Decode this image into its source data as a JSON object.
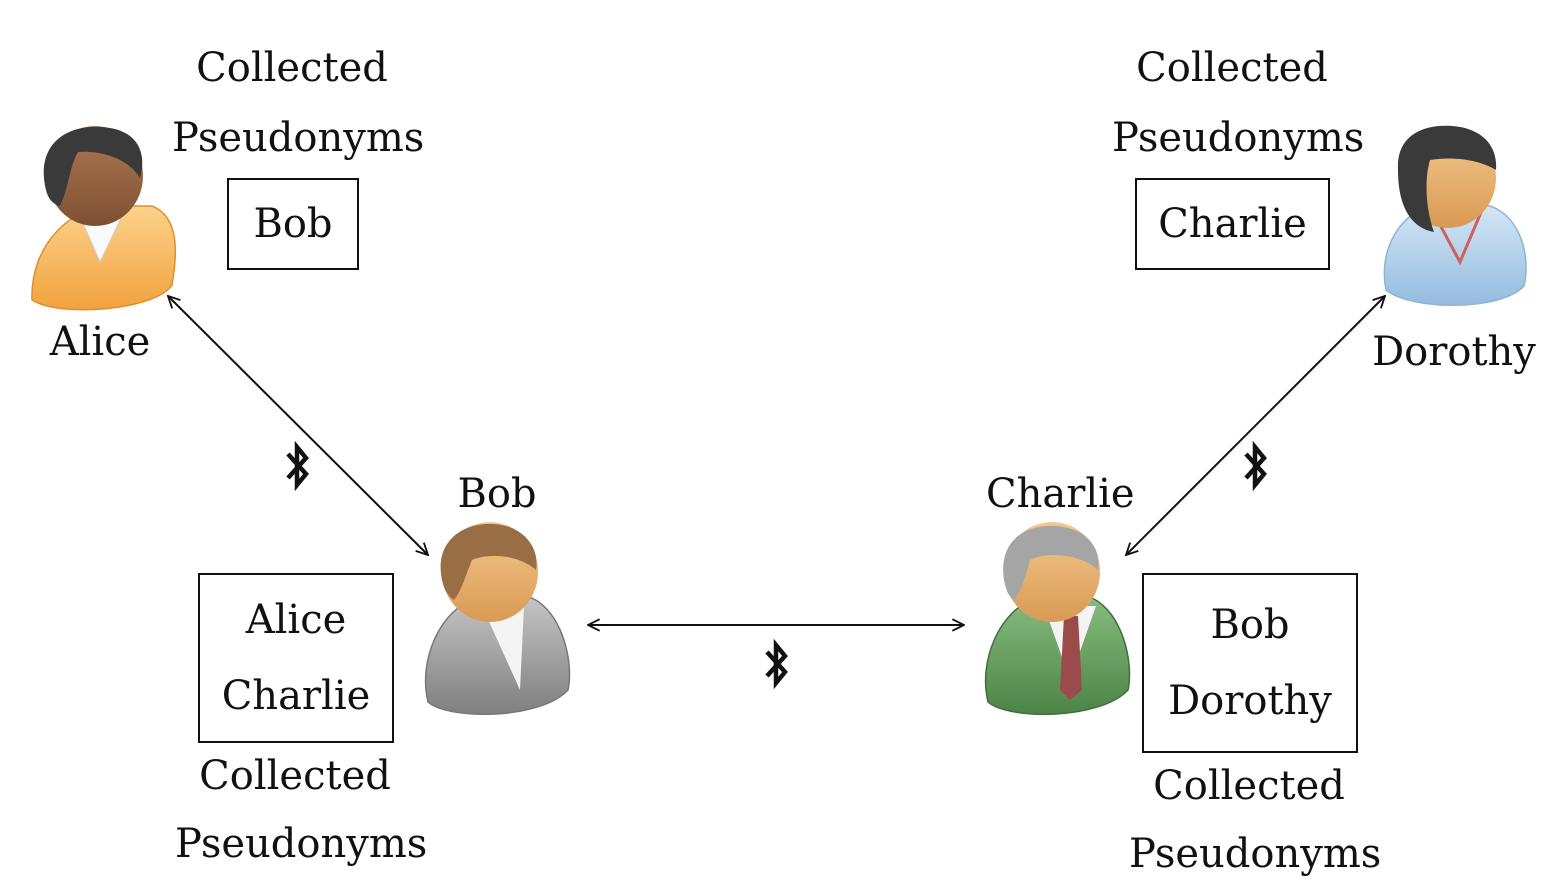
{
  "nodes": {
    "alice": {
      "name": "Alice",
      "collected_title": [
        "Collected",
        "Pseudonyms"
      ],
      "pseudonyms": [
        "Bob"
      ]
    },
    "bob": {
      "name": "Bob",
      "collected_title": [
        "Collected",
        "Pseudonyms"
      ],
      "pseudonyms": [
        "Alice",
        "Charlie"
      ]
    },
    "charlie": {
      "name": "Charlie",
      "collected_title": [
        "Collected",
        "Pseudonyms"
      ],
      "pseudonyms": [
        "Bob",
        "Dorothy"
      ]
    },
    "dorothy": {
      "name": "Dorothy",
      "collected_title": [
        "Collected",
        "Pseudonyms"
      ],
      "pseudonyms": [
        "Charlie"
      ]
    }
  },
  "links": [
    {
      "from": "Alice",
      "to": "Bob",
      "icon": "bluetooth-icon"
    },
    {
      "from": "Bob",
      "to": "Charlie",
      "icon": "bluetooth-icon"
    },
    {
      "from": "Charlie",
      "to": "Dorothy",
      "icon": "bluetooth-icon"
    }
  ],
  "colors": {
    "alice_shirt": "#f5b34e",
    "bob_shirt": "#9c9c9c",
    "charlie_shirt": "#5e9a57",
    "dorothy_shirt": "#a9cbe8"
  }
}
